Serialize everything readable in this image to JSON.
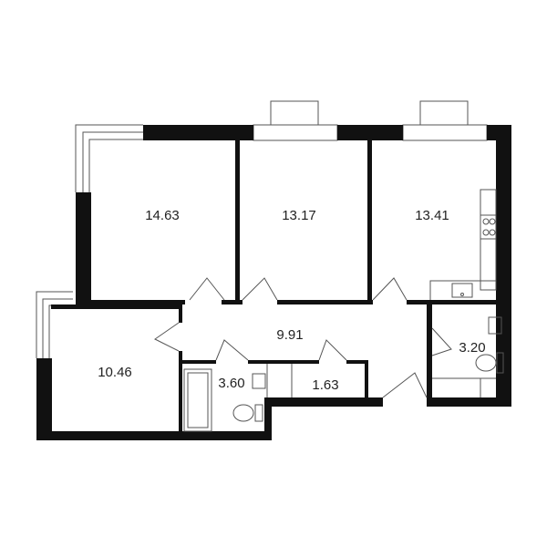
{
  "plan": {
    "colors": {
      "wall": "#111111",
      "line": "#555555",
      "background": "#ffffff"
    },
    "rooms": [
      {
        "id": "bedroom-1",
        "area": "14.63"
      },
      {
        "id": "bedroom-2",
        "area": "13.17"
      },
      {
        "id": "kitchen-living",
        "area": "13.41"
      },
      {
        "id": "hallway",
        "area": "9.91"
      },
      {
        "id": "bedroom-3",
        "area": "10.46"
      },
      {
        "id": "bathroom",
        "area": "3.60"
      },
      {
        "id": "storage",
        "area": "1.63"
      },
      {
        "id": "wc",
        "area": "3.20"
      }
    ]
  }
}
